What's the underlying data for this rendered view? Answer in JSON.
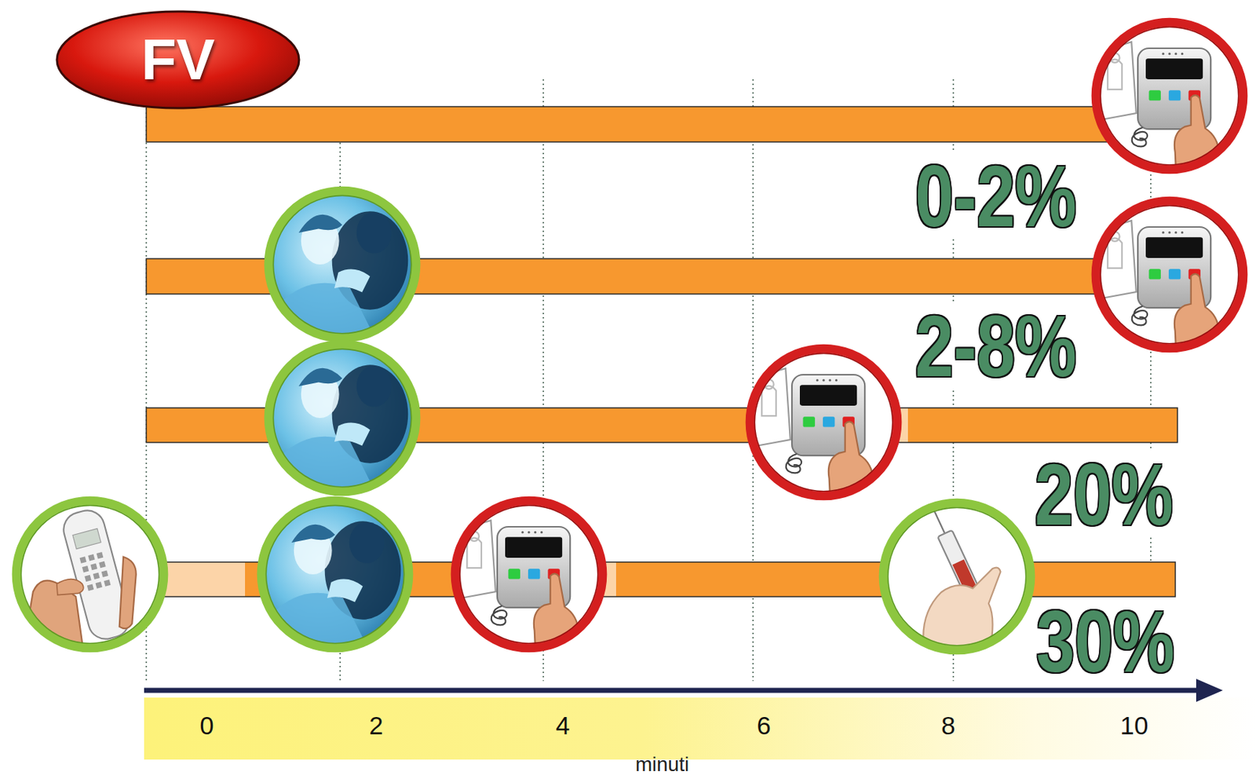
{
  "diagram": {
    "nodes": [
      {
        "text": [
          "FV"
        ]
      }
    ],
    "labels": [
      "0-2%",
      "2-8%",
      "20%",
      "30%",
      "0",
      "2",
      "4",
      "6",
      "8",
      "10",
      "minuti"
    ]
  }
}
